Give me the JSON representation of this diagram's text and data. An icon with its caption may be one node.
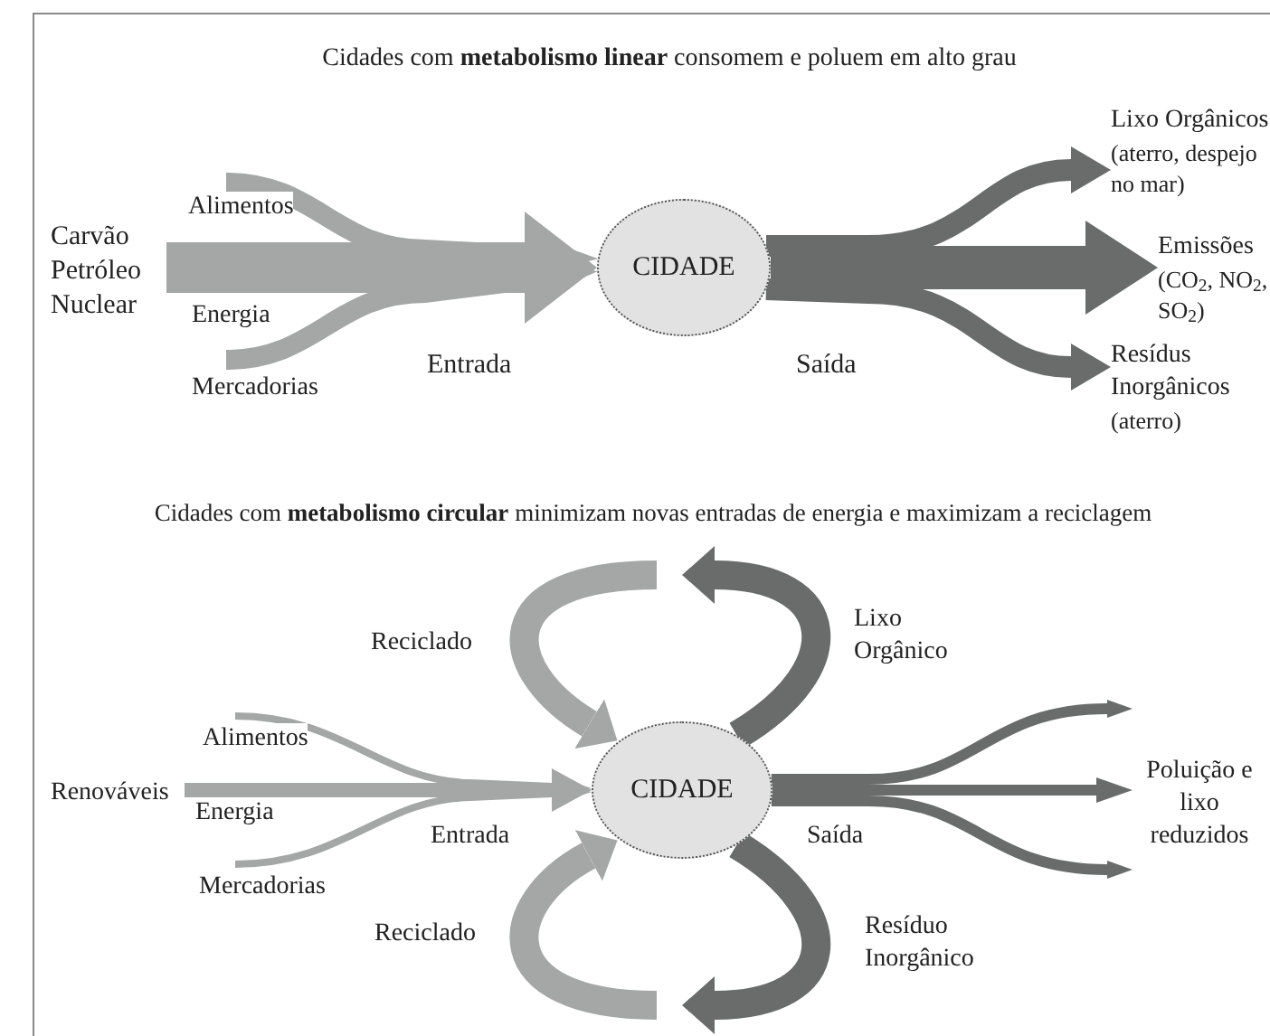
{
  "diagram": {
    "nodes": [
      {
        "text": [
          "Carvão Petróleo Nuclear"
        ]
      },
      {
        "text": [
          "CIDADE"
        ]
      },
      {
        "text": [
          "Lixo Orgânicos",
          "(aterro, despejo no mar)"
        ]
      },
      {
        "text": [
          "Emissões",
          "(CO$_{2}$, NO$_{2}$, SO$_{2}$)"
        ]
      },
      {
        "text": [
          "Resídus Inorgânicos",
          "(aterro)"
        ]
      },
      {
        "text": [
          "Renováveis"
        ]
      },
      {
        "text": [
          "CIDADE"
        ]
      },
      {
        "text": [
          "Poluição e lixo reduzidos"
        ]
      }
    ],
    "edges": [
      {
        "from": null,
        "to": 1,
        "arrow": "to",
        "label": "Alimentos",
        "color": "#a5a7a7"
      },
      {
        "from": 0,
        "to": 1,
        "arrow": "to",
        "label": "Energia",
        "color": "#a5a7a7",
        "style": "thick"
      },
      {
        "from": null,
        "to": 1,
        "arrow": "to",
        "label": "Mercadorias",
        "color": "#a5a7a7"
      },
      {
        "from": 1,
        "to": 2,
        "arrow": "to",
        "color": "#6a6c6c"
      },
      {
        "from": 1,
        "to": 3,
        "arrow": "to",
        "color": "#6a6c6c",
        "style": "thick"
      },
      {
        "from": 1,
        "to": 4,
        "arrow": "to",
        "color": "#6a6c6c"
      },
      {
        "from": null,
        "to": 6,
        "arrow": "to",
        "label": "Alimentos",
        "color": "#a5a7a7"
      },
      {
        "from": 5,
        "to": 6,
        "arrow": "to",
        "label": "Energia",
        "color": "#a5a7a7"
      },
      {
        "from": null,
        "to": 6,
        "arrow": "to",
        "label": "Mercadorias",
        "color": "#a5a7a7"
      },
      {
        "from": 6,
        "to": 7,
        "arrow": "to",
        "color": "#6a6c6c"
      },
      {
        "from": 6,
        "to": 7,
        "arrow": "to",
        "color": "#6a6c6c"
      },
      {
        "from": 6,
        "to": 7,
        "arrow": "to",
        "color": "#6a6c6c"
      },
      {
        "from": 6,
        "to": null,
        "arrow": "to",
        "label": "Lixo Orgânico",
        "color": "#6a6c6c"
      },
      {
        "from": null,
        "to": 6,
        "arrow": "to",
        "label": "Reciclado",
        "color": "#a5a7a7"
      },
      {
        "from": 6,
        "to": null,
        "arrow": "to",
        "label": "Resíduo Inorgânico",
        "color": "#6a6c6c"
      },
      {
        "from": null,
        "to": 6,
        "arrow": "to",
        "label": "Reciclado",
        "color": "#a5a7a7"
      }
    ],
    "labels": [
      "Cidades com **metabolismo linear** consomem e poluem em alto grau",
      "Entrada",
      "Saída",
      "Cidades com **metabolismo circular** minimizam novas entradas de energia e maximizam a reciclagem",
      "Entrada",
      "Saída"
    ]
  }
}
